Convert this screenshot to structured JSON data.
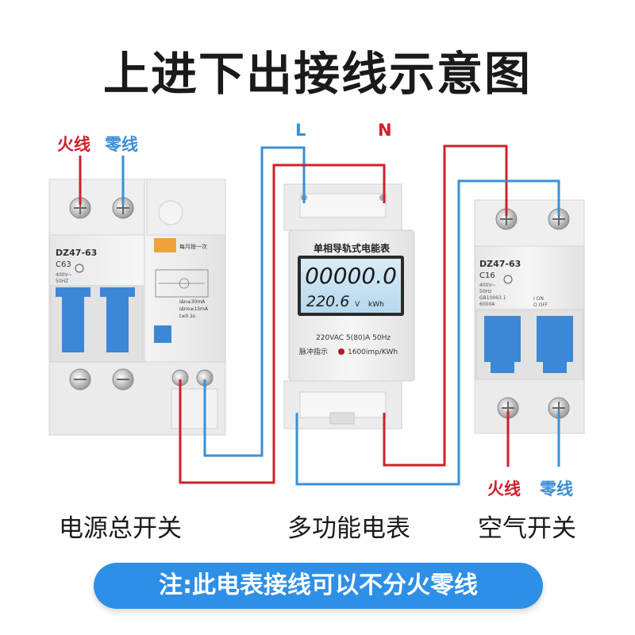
{
  "title": "上进下出接线示意图",
  "labels": {
    "left_live": "火线",
    "left_neutral": "零线",
    "meter_L": "L",
    "meter_N": "N",
    "right_live": "火线",
    "right_neutral": "零线"
  },
  "captions": {
    "main_switch": "电源总开关",
    "meter": "多功能电表",
    "air_switch": "空气开关"
  },
  "note": "注:此电表接线可以不分火零线",
  "left_breaker": {
    "model": "DZ47-63",
    "rating": "C63",
    "spec1": "400V~",
    "spec2": "50HZ",
    "test_hint": "每月按一次",
    "idn": "IΔn≤30mA",
    "ino": "IΔno≥15mA",
    "t": "t≤0.1s"
  },
  "meter": {
    "name": "单相导轨式电能表",
    "energy": "00000.0",
    "voltage": "220.6",
    "volt_unit": "V",
    "energy_unit": "kWh",
    "rating": "220VAC  5(80)A  50Hz",
    "pulse_label": "脉冲指示",
    "pulse_rate": "1600imp/KWh"
  },
  "right_breaker": {
    "model": "DZ47-63",
    "rating": "C16",
    "spec1": "400V~",
    "spec2": "50Hz",
    "std": "GB10963.1",
    "cap": "6000A",
    "on": "I ON",
    "off": "O OFF"
  },
  "colors": {
    "live": "#d0202c",
    "neutral": "#3a8fd8",
    "handle": "#3d88d6"
  }
}
